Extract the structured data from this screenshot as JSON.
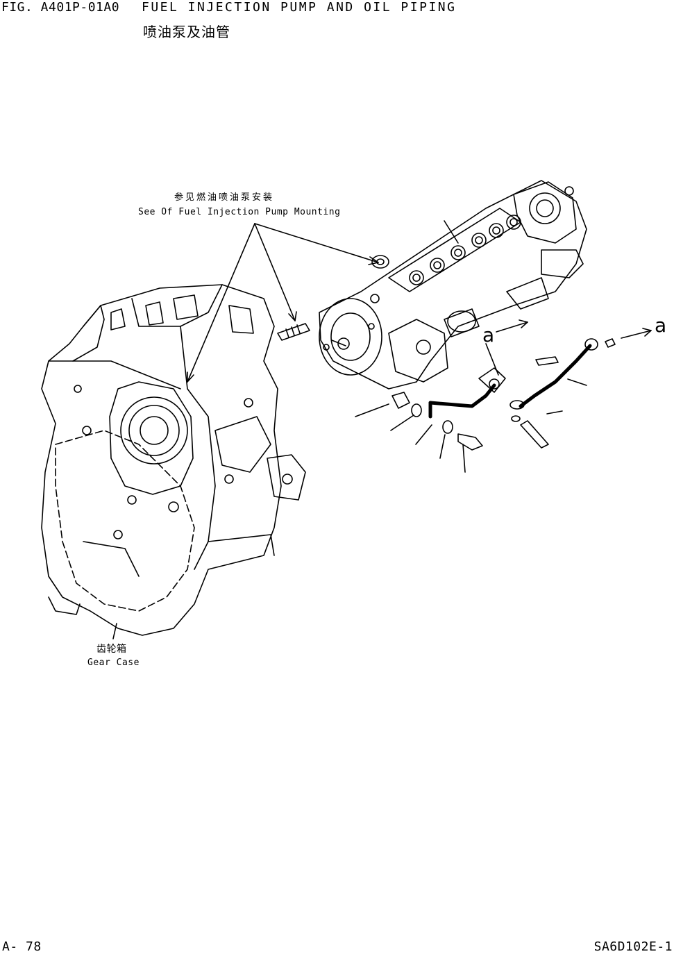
{
  "header": {
    "figure_id": "FIG. A401P-01A0",
    "title": "FUEL INJECTION PUMP AND OIL PIPING",
    "title_cn": "喷油泵及油管"
  },
  "callouts": {
    "mounting_cn": "参见燃油喷油泵安装",
    "mounting_en": "See Of Fuel Injection Pump Mounting",
    "gear_case_cn": "齿轮箱",
    "gear_case_en": "Gear Case",
    "ref_left": "a",
    "ref_right": "a"
  },
  "footer": {
    "page": "A- 78",
    "doc_code": "SA6D102E-1"
  }
}
